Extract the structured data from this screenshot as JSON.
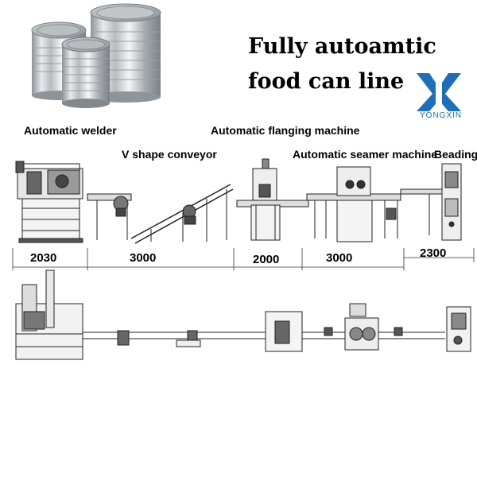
{
  "title": {
    "line1": "Fully autoamtic",
    "line2": "food can line"
  },
  "brand": {
    "name": "YONGXIN",
    "color": "#1e6fb6"
  },
  "labels": {
    "welder": "Automatic welder",
    "v_conveyor": "V shape conveyor",
    "flanging": "Automatic flanging machine",
    "seamer": "Automatic seamer machine",
    "beading": "Beading"
  },
  "dimensions": [
    "2030",
    "3000",
    "2000",
    "3000",
    "2300"
  ],
  "icons": [
    "food-cans-photo",
    "yongxin-logo-icon"
  ]
}
